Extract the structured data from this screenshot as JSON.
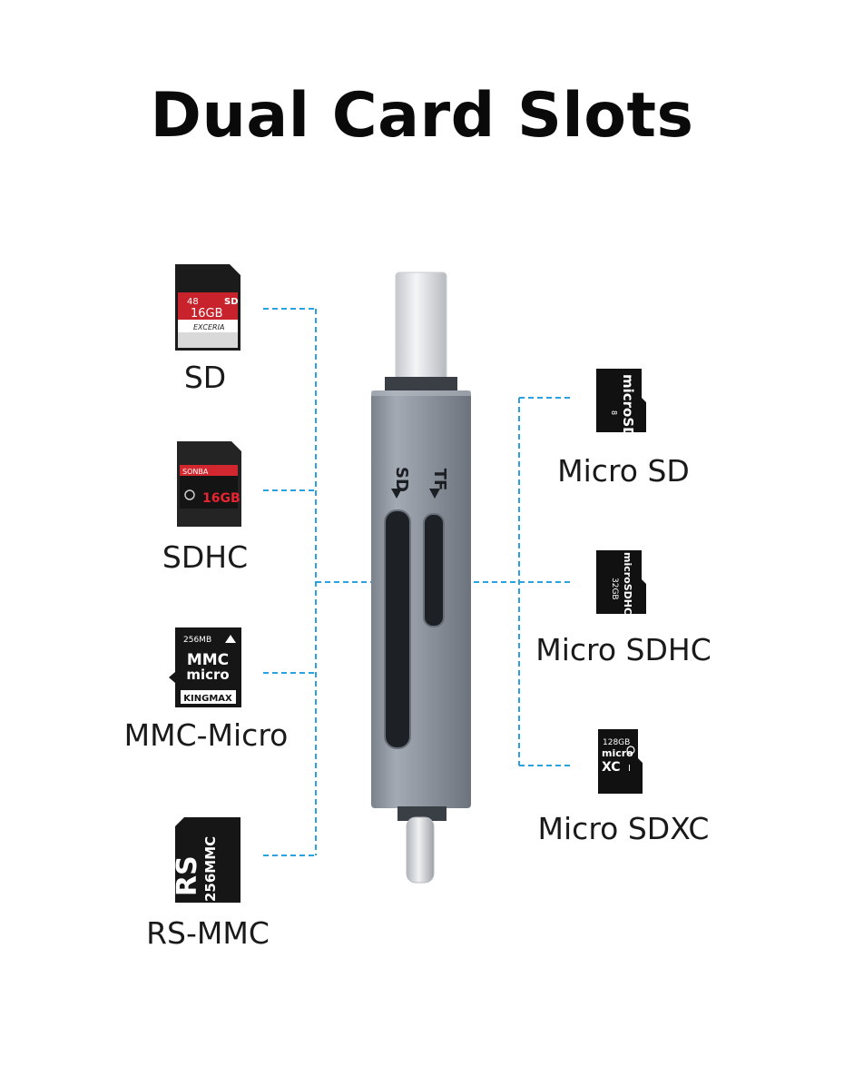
{
  "title": "Dual Card Slots",
  "colors": {
    "connector_line": "#2aa2e0",
    "reader_body": "#9097a0",
    "card_dark": "#1c1c1c"
  },
  "reader": {
    "slot_labels": [
      "SD",
      "TF"
    ]
  },
  "left_cards": [
    {
      "label": "SD",
      "card_text": [
        "48",
        "SD",
        "16GB",
        "EXCERIA"
      ]
    },
    {
      "label": "SDHC",
      "card_text": [
        "SONBA",
        "16GB"
      ]
    },
    {
      "label": "MMC-Micro",
      "card_text": [
        "256MB",
        "MMC",
        "micro",
        "KINGMAX"
      ]
    },
    {
      "label": "RS-MMC",
      "card_text": [
        "RS",
        "256MMC"
      ]
    }
  ],
  "right_cards": [
    {
      "label": "Micro SD",
      "card_text": [
        "microSD",
        "8"
      ]
    },
    {
      "label": "Micro SDHC",
      "card_text": [
        "microSDHC",
        "32GB"
      ]
    },
    {
      "label": "Micro SDXC",
      "card_text": [
        "128GB",
        "micro",
        "XC",
        "I"
      ]
    }
  ]
}
